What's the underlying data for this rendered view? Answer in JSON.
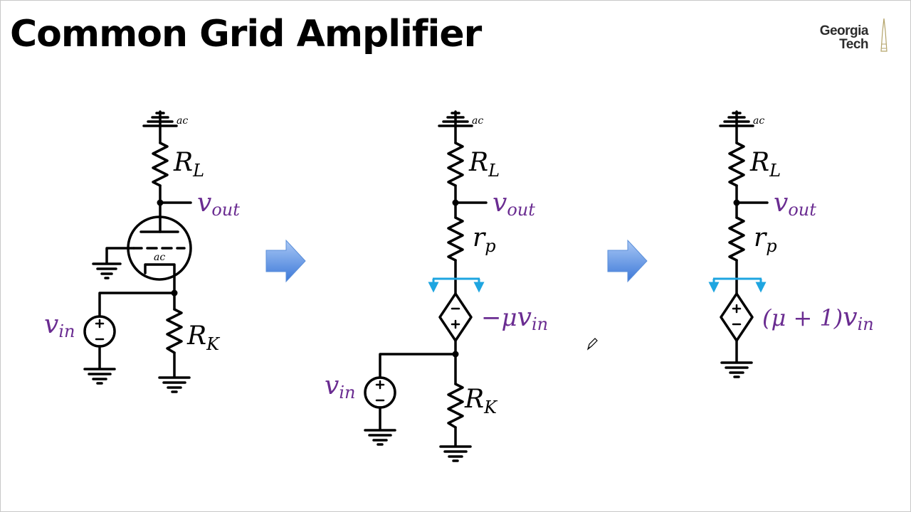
{
  "title": "Common Grid Amplifier",
  "logo": {
    "line1": "Georgia",
    "line2": "Tech"
  },
  "colors": {
    "wire": "#000000",
    "label_purple": "#6a2c91",
    "current_arrow": "#1ea5e0",
    "block_arrow_top": "#a9c8f5",
    "block_arrow_bottom": "#3c78d8"
  },
  "labels": {
    "ac": "ac",
    "R": "R",
    "r": "r",
    "L": "L",
    "K": "K",
    "p": "p",
    "v": "v",
    "out": "out",
    "in": "in",
    "neg_mu": "−μ",
    "mu_plus_1": "(μ + 1)",
    "plus": "+",
    "minus": "−"
  }
}
